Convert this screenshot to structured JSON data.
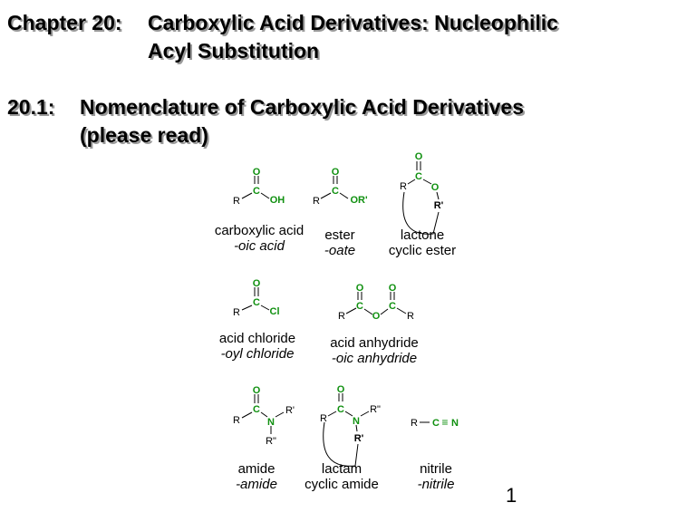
{
  "slide": {
    "chapter_label": "Chapter 20:",
    "chapter_title_line1": "Carboxylic Acid Derivatives: Nucleophilic",
    "chapter_title_line2": "Acyl Substitution",
    "section_label": "20.1:",
    "section_title_line1": "Nomenclature of Carboxylic Acid Derivatives",
    "section_title_line2": "(please read)",
    "page_number": "1"
  },
  "colors": {
    "atom_green": "#109010",
    "ink": "#000000",
    "shadow": "#9a9a9a"
  },
  "derivatives": [
    {
      "id": "carboxylic-acid",
      "name": "carboxylic acid",
      "suffix": "-oic acid"
    },
    {
      "id": "ester",
      "name": "ester",
      "suffix": "-oate"
    },
    {
      "id": "lactone",
      "name": "lactone",
      "suffix": "cyclic ester"
    },
    {
      "id": "acid-chloride",
      "name": "acid chloride",
      "suffix": "-oyl chloride"
    },
    {
      "id": "acid-anhydride",
      "name": "acid anhydride",
      "suffix": "-oic anhydride"
    },
    {
      "id": "amide",
      "name": "amide",
      "suffix": "-amide"
    },
    {
      "id": "lactam",
      "name": "lactam",
      "suffix": "cyclic amide"
    },
    {
      "id": "nitrile",
      "name": "nitrile",
      "suffix": "-nitrile"
    }
  ],
  "atoms": {
    "R": "R",
    "R_prime": "R'",
    "R_double_prime": "R\"",
    "C": "C",
    "O": "O",
    "N": "N",
    "Cl": "Cl",
    "OH": "OH",
    "OR_prime": "OR'",
    "triple_bond": "≡"
  }
}
